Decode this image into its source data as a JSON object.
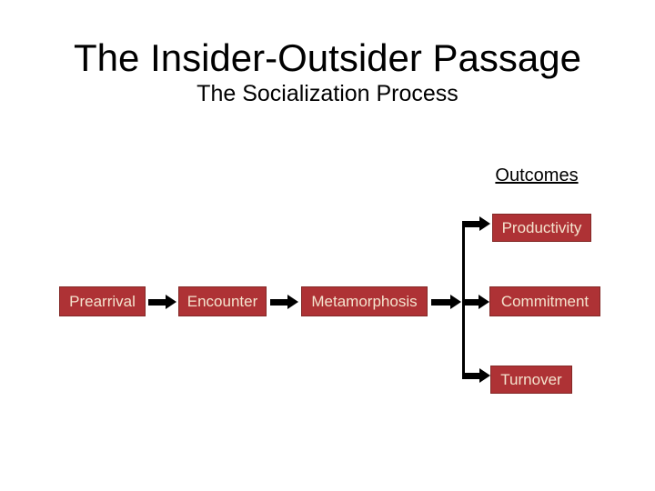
{
  "slide": {
    "title": "The Insider-Outsider Passage",
    "subtitle": "The Socialization Process",
    "outcomes_heading": "Outcomes",
    "stages": [
      "Prearrival",
      "Encounter",
      "Metamorphosis"
    ],
    "outcomes": [
      "Productivity",
      "Commitment",
      "Turnover"
    ],
    "colors": {
      "background": "#FFFFFF",
      "title_text": "#000000",
      "box_bg": "#AE3235",
      "box_text": "#F4E3CE",
      "connector": "#000000"
    }
  }
}
